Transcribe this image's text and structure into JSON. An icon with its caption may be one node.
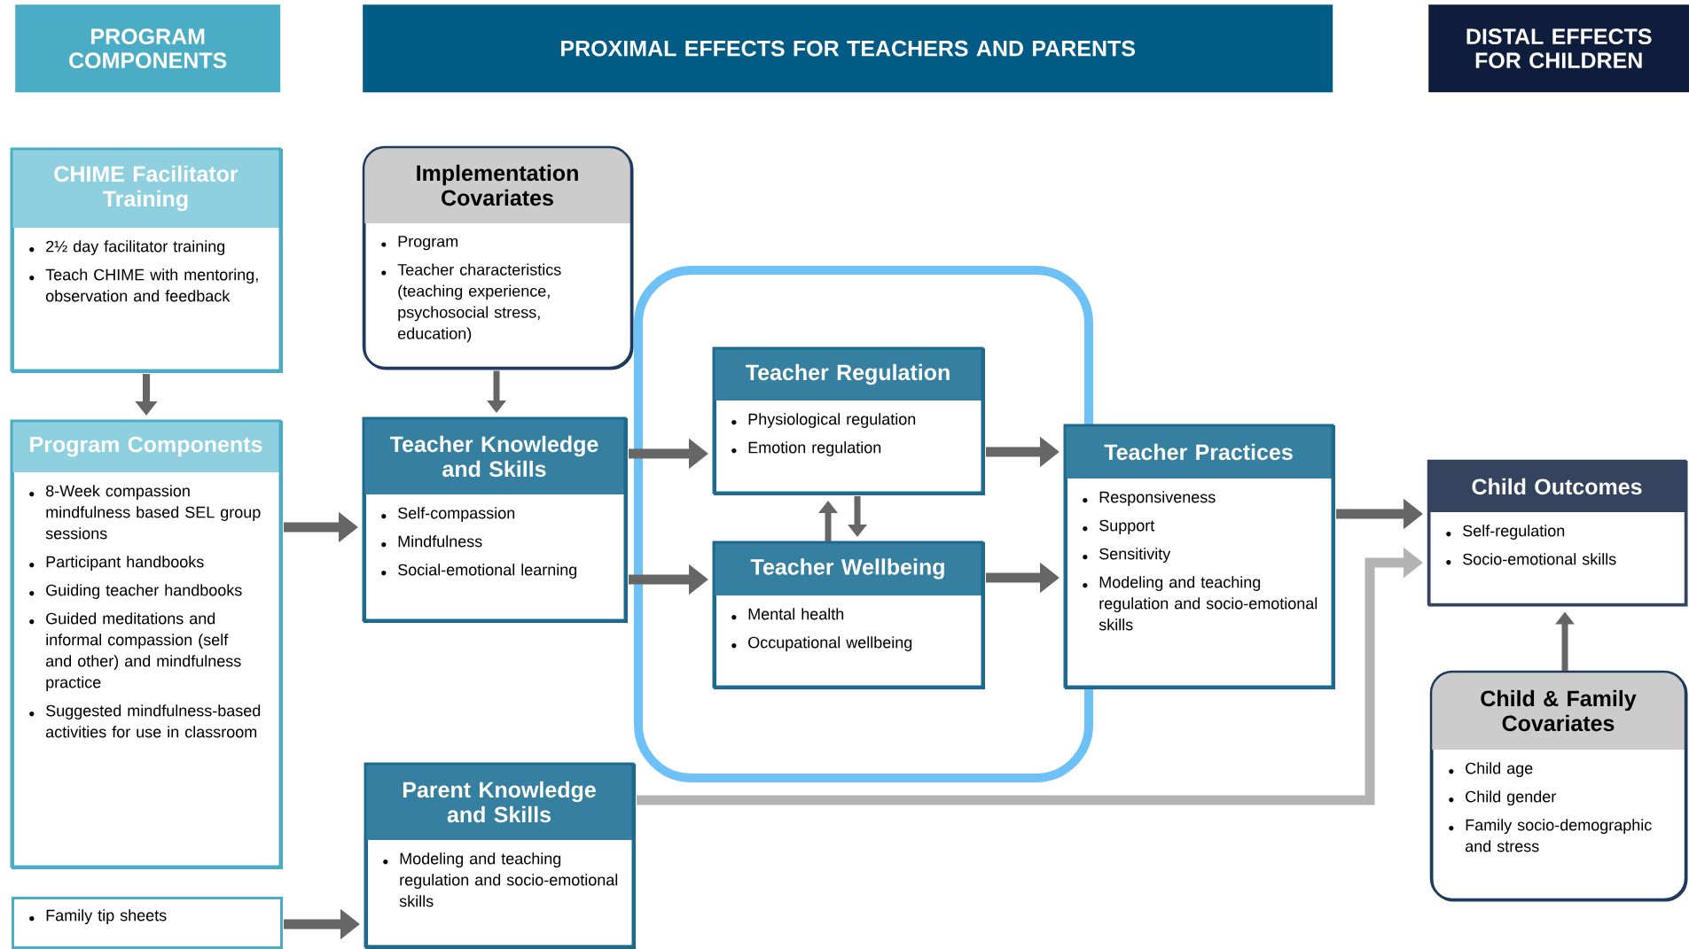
{
  "diagram": {
    "nodes": [
      {
        "text": [
          "PROGRAM COMPONENTS"
        ]
      },
      {
        "text": [
          "PROXIMAL EFFECTS FOR TEACHERS AND PARENTS"
        ]
      },
      {
        "text": [
          "DISTAL EFFECTS FOR CHILDREN"
        ]
      },
      {
        "text": [
          "CHIME Facilitator Training",
          "2½ day facilitator training",
          "Teach CHIME with mentoring, observation and feedback"
        ]
      },
      {
        "text": [
          "Program Components",
          "8-Week compassion mindfulness based SEL group sessions",
          "Participant handbooks",
          "Guiding teacher handbooks",
          "Guided meditations and informal compassion (self and other) and mindfulness practice",
          "Suggested mindfulness-based activities for use in classroom"
        ]
      },
      {
        "text": [
          "Family tip sheets"
        ]
      },
      {
        "text": [
          "Implementation Covariates",
          "Program",
          "Teacher characteristics (teaching experience, psychosocial stress, education)"
        ]
      },
      {
        "text": [
          "Teacher Knowledge and Skills",
          "Self-compassion",
          "Mindfulness",
          "Social-emotional learning"
        ]
      },
      {
        "text": [
          "Parent Knowledge and Skills",
          "Modeling and teaching regulation and socio-emotional skills"
        ]
      },
      {
        "text": [],
        "shape": "box"
      },
      {
        "text": [
          "Teacher Regulation",
          "Physiological regulation",
          "Emotion regulation"
        ],
        "in": 9
      },
      {
        "text": [
          "Teacher Wellbeing",
          "Mental health",
          "Occupational wellbeing"
        ],
        "in": 9
      },
      {
        "text": [
          "Teacher Practices",
          "Responsiveness",
          "Support",
          "Sensitivity",
          "Modeling and teaching regulation and socio-emotional skills"
        ]
      },
      {
        "text": [
          "Child Outcomes",
          "Self-regulation",
          "Socio-emotional skills"
        ]
      },
      {
        "text": [
          "Child & Family Covariates",
          "Child age",
          "Child gender",
          "Family socio-demographic and stress"
        ]
      }
    ],
    "edges": [
      {
        "from": 3,
        "to": 4,
        "arrow": "to"
      },
      {
        "from": 6,
        "to": 7,
        "arrow": "to"
      },
      {
        "from": 4,
        "to": 7,
        "arrow": "to"
      },
      {
        "from": 5,
        "to": 8,
        "arrow": "to"
      },
      {
        "from": 7,
        "to": 10,
        "arrow": "to"
      },
      {
        "from": 7,
        "to": 11,
        "arrow": "to"
      },
      {
        "from": 10,
        "to": 11,
        "arrow": "to"
      },
      {
        "from": 11,
        "to": 10,
        "arrow": "to"
      },
      {
        "from": 10,
        "to": 12,
        "arrow": "to"
      },
      {
        "from": 11,
        "to": 12,
        "arrow": "to"
      },
      {
        "from": 12,
        "to": 13,
        "arrow": "to"
      },
      {
        "from": 8,
        "to": 13,
        "arrow": "to",
        "color": "#b3b3b3"
      },
      {
        "from": 14,
        "to": 13,
        "arrow": "to"
      }
    ]
  }
}
